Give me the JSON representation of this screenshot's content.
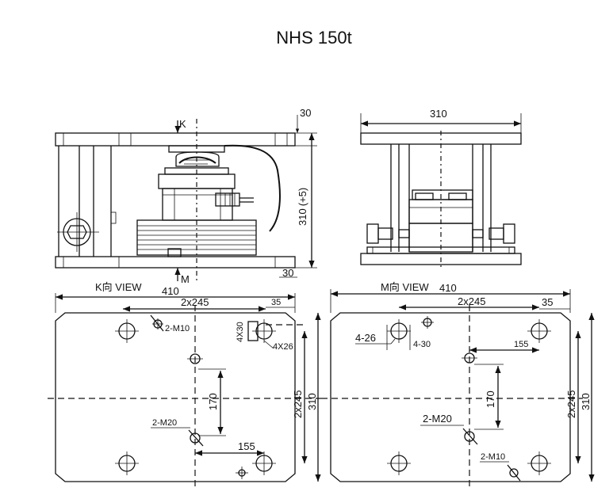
{
  "title": "NHS 150t",
  "front_view": {
    "dim_top_right": "30",
    "dim_bottom_right": "30",
    "dim_height": "310",
    "dim_tolerance": "(+5)",
    "marker_k": "K",
    "marker_m": "M"
  },
  "side_view": {
    "dim_width": "310"
  },
  "k_view": {
    "label": "K向 VIEW",
    "dim_total_width": "410",
    "dim_bolt_span": "2x245",
    "dim_small": "35",
    "note_m10": "2-M10",
    "note_4x30": "4X30",
    "note_4x26": "4X26",
    "dim_170": "170",
    "note_m20": "2-M20",
    "dim_155": "155",
    "dim_side_span": "2x245",
    "dim_side_total": "310"
  },
  "m_view": {
    "label": "M向 VIEW",
    "dim_total_width": "410",
    "dim_bolt_span": "2x245",
    "dim_small": "35",
    "note_4_26": "4-26",
    "note_4_30": "4-30",
    "dim_155": "155",
    "dim_170": "170",
    "note_m20": "2-M20",
    "note_m10": "2-M10",
    "dim_side_span": "2x245",
    "dim_side_total": "310"
  }
}
